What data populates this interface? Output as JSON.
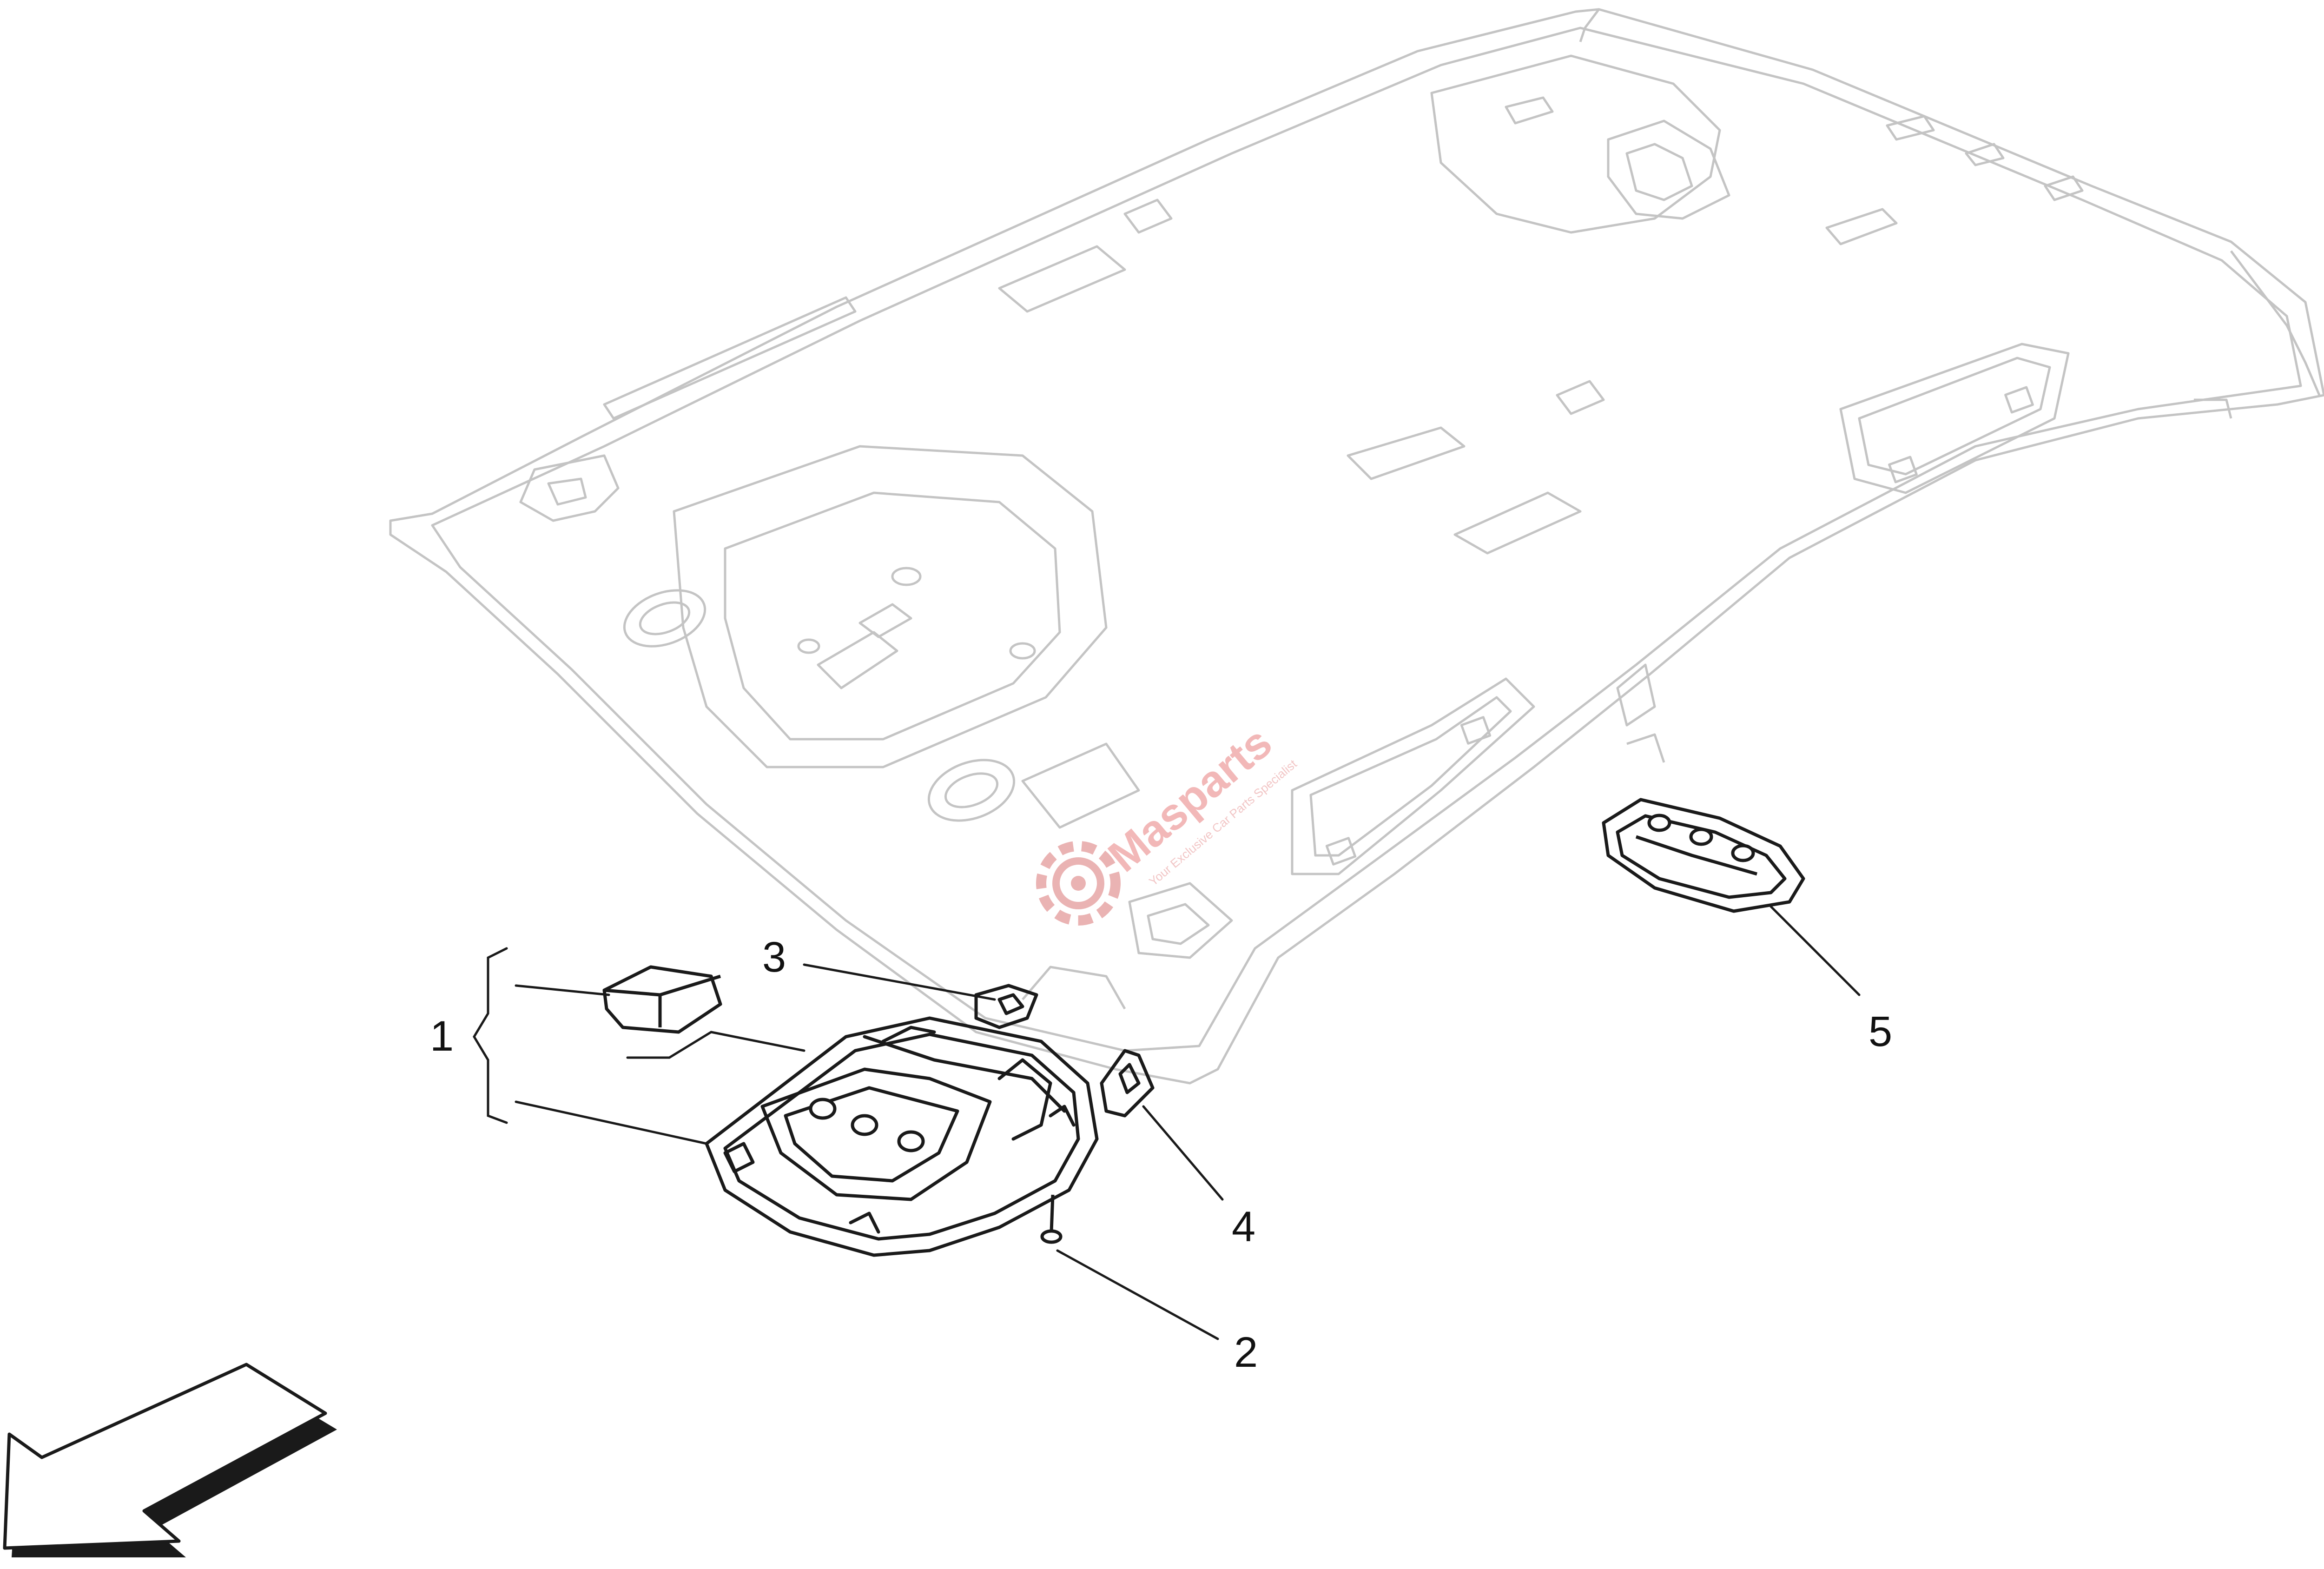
{
  "callouts": {
    "c1": "1",
    "c2": "2",
    "c3": "3",
    "c4": "4",
    "c5": "5"
  },
  "watermark": {
    "brand": "Masparts",
    "tagline": "Your Exclusive Car Parts Specialist"
  },
  "colors": {
    "line": "#1a1a1a",
    "faint_line": "#c9c9c9",
    "watermark": "#e8a3a3"
  }
}
